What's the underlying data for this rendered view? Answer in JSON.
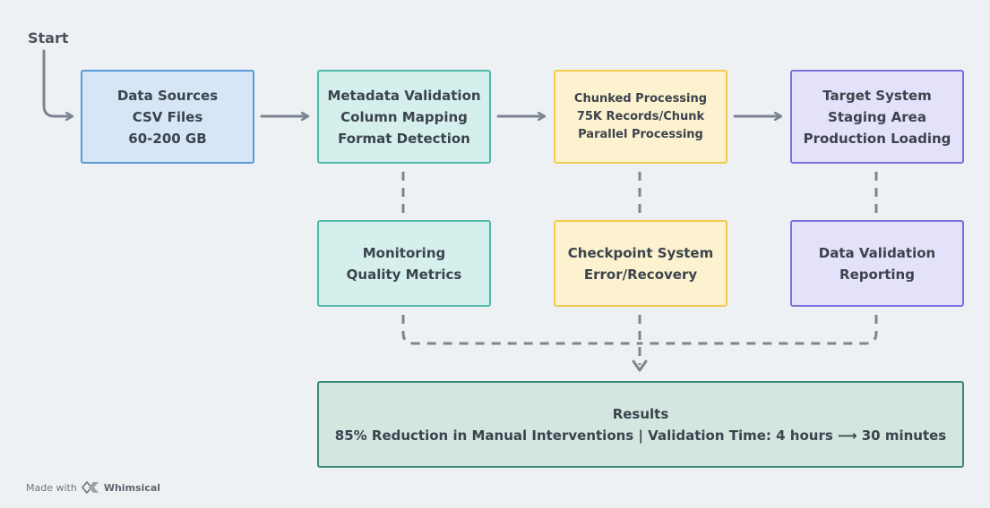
{
  "start_label": "Start",
  "nodes": {
    "data_sources": [
      "Data Sources",
      "CSV Files",
      "60-200 GB"
    ],
    "metadata_validation": [
      "Metadata Validation",
      "Column Mapping",
      "Format Detection"
    ],
    "chunked_processing": [
      "Chunked Processing",
      "75K Records/Chunk",
      "Parallel Processing"
    ],
    "target_system": [
      "Target System",
      "Staging Area",
      "Production Loading"
    ],
    "monitoring": [
      "Monitoring",
      "Quality Metrics"
    ],
    "checkpoint": [
      "Checkpoint System",
      "Error/Recovery"
    ],
    "data_validation": [
      "Data Validation",
      "Reporting"
    ],
    "results": [
      "Results",
      "85% Reduction in Manual Interventions | Validation Time: 4 hours ⟶ 30 minutes"
    ]
  },
  "colors": {
    "connector": "#7b8590",
    "blue": "#5a9ad6",
    "teal": "#4fb8a8",
    "yellow": "#f2c94c",
    "purple": "#7c6fe0",
    "green": "#3f8870"
  },
  "footer": {
    "made_with": "Made with",
    "brand": "Whimsical",
    "brand_icon": "whimsical-logo-icon"
  }
}
